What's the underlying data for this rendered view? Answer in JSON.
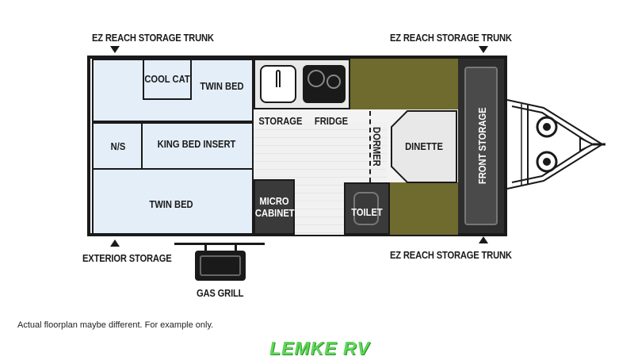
{
  "labels": {
    "trunk_top_left": "EZ REACH STORAGE TRUNK",
    "trunk_top_right": "EZ REACH STORAGE TRUNK",
    "trunk_bottom_right": "EZ REACH STORAGE TRUNK",
    "exterior_storage": "EXTERIOR STORAGE",
    "gas_grill": "GAS GRILL",
    "cool_cat": "COOL CAT",
    "twin_bed_top": "TWIN BED",
    "ns": "N/S",
    "king_bed_insert": "KING BED INSERT",
    "twin_bed_bottom": "TWIN BED",
    "storage": "STORAGE",
    "fridge": "FRIDGE",
    "micro_cabinet_line1": "MICRO",
    "micro_cabinet_line2": "CABINET",
    "toilet": "TOILET",
    "dormer": "DORMER",
    "dinette": "DINETTE",
    "front_storage": "FRONT STORAGE"
  },
  "footer": {
    "note": "Actual floorplan maybe different. For example only.",
    "brand": "LEMKE RV"
  },
  "colors": {
    "bed": "#e4eef8",
    "olive": "#6f6a2e",
    "dark": "#3a3a3a",
    "brand": "#5fd65a"
  }
}
